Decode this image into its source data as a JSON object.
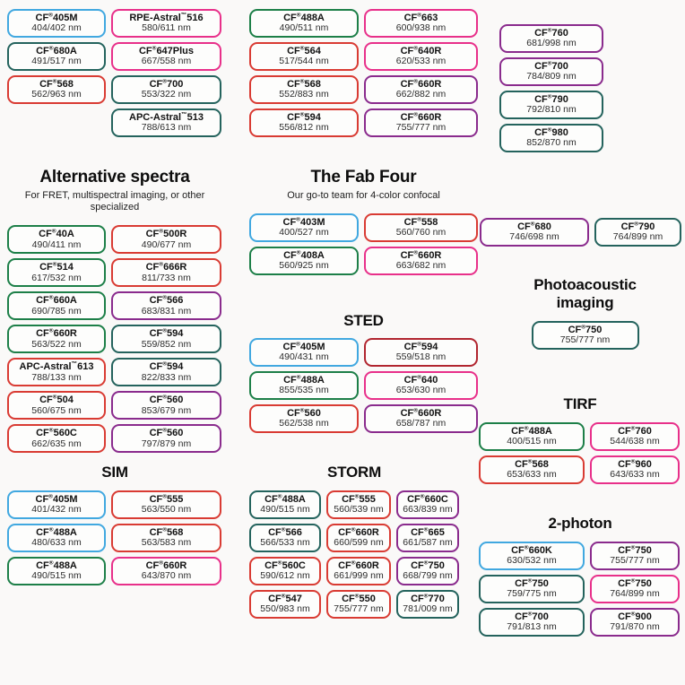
{
  "palette": {
    "blue": "#41a8e0",
    "green": "#1d7f48",
    "teal": "#24635d",
    "red": "#d93b33",
    "darkred": "#b1252f",
    "pink": "#e8308a",
    "purple": "#8a2b8d"
  },
  "groups": {
    "top_left": {
      "columns": [
        [
          {
            "name": "CF®405M",
            "nm": "404/402 nm",
            "color": "blue"
          },
          {
            "name": "CF®680A",
            "nm": "491/517 nm",
            "color": "teal"
          },
          {
            "name": "CF®568",
            "nm": "562/963 nm",
            "color": "red"
          }
        ],
        [
          {
            "name": "RPE-Astral™516",
            "nm": "580/611 nm",
            "color": "pink"
          },
          {
            "name": "CF®647Plus",
            "nm": "667/558 nm",
            "color": "pink"
          },
          {
            "name": "CF®700",
            "nm": "553/322 nm",
            "color": "teal"
          },
          {
            "name": "APC-Astral™513",
            "nm": "788/613 nm",
            "color": "teal"
          }
        ]
      ]
    },
    "top_mid": {
      "columns": [
        [
          {
            "name": "CF®488A",
            "nm": "490/511 nm",
            "color": "green"
          },
          {
            "name": "CF®564",
            "nm": "517/544 nm",
            "color": "red"
          },
          {
            "name": "CF®568",
            "nm": "552/883 nm",
            "color": "red"
          },
          {
            "name": "CF®594",
            "nm": "556/812 nm",
            "color": "red"
          }
        ],
        [
          {
            "name": "CF®663",
            "nm": "600/938 nm",
            "color": "pink"
          },
          {
            "name": "CF®640R",
            "nm": "620/533 nm",
            "color": "pink"
          },
          {
            "name": "CF®660R",
            "nm": "662/882 nm",
            "color": "purple"
          },
          {
            "name": "CF®660R",
            "nm": "755/777 nm",
            "color": "purple"
          }
        ]
      ]
    },
    "top_right": {
      "columns": [
        [
          {
            "name": "CF®760",
            "nm": "681/998 nm",
            "color": "purple"
          },
          {
            "name": "CF®700",
            "nm": "784/809 nm",
            "color": "purple"
          },
          {
            "name": "CF®790",
            "nm": "792/810 nm",
            "color": "teal"
          },
          {
            "name": "CF®980",
            "nm": "852/870 nm",
            "color": "teal"
          }
        ]
      ]
    },
    "alternative": {
      "title": "Alternative spectra",
      "subtitle": "For FRET, multispectral imaging, or other specialized",
      "columns": [
        [
          {
            "name": "CF®40A",
            "nm": "490/411 nm",
            "color": "green"
          },
          {
            "name": "CF®514",
            "nm": "617/532 nm",
            "color": "green"
          },
          {
            "name": "CF®660A",
            "nm": "690/785 nm",
            "color": "green"
          },
          {
            "name": "CF®660R",
            "nm": "563/522 nm",
            "color": "green"
          },
          {
            "name": "APC-Astral™613",
            "nm": "788/133 nm",
            "color": "red"
          },
          {
            "name": "CF®504",
            "nm": "560/675 nm",
            "color": "red"
          },
          {
            "name": "CF®560C",
            "nm": "662/635 nm",
            "color": "red"
          }
        ],
        [
          {
            "name": "CF®500R",
            "nm": "490/677 nm",
            "color": "red"
          },
          {
            "name": "CF®666R",
            "nm": "811/733 nm",
            "color": "red"
          },
          {
            "name": "CF®566",
            "nm": "683/831 nm",
            "color": "purple"
          },
          {
            "name": "CF®594",
            "nm": "559/852 nm",
            "color": "teal"
          },
          {
            "name": "CF®594",
            "nm": "822/833 nm",
            "color": "teal"
          },
          {
            "name": "CF®560",
            "nm": "853/679 nm",
            "color": "purple"
          },
          {
            "name": "CF®560",
            "nm": "797/879 nm",
            "color": "purple"
          }
        ]
      ]
    },
    "fab_four": {
      "title": "The Fab Four",
      "subtitle": "Our go-to team for 4-color confocal",
      "columns": [
        [
          {
            "name": "CF®403M",
            "nm": "400/527 nm",
            "color": "blue"
          },
          {
            "name": "CF®408A",
            "nm": "560/925 nm",
            "color": "green"
          }
        ],
        [
          {
            "name": "CF®558",
            "nm": "560/760 nm",
            "color": "red"
          },
          {
            "name": "CF®660R",
            "nm": "663/682 nm",
            "color": "pink"
          }
        ]
      ]
    },
    "sted": {
      "title": "STED",
      "columns": [
        [
          {
            "name": "CF®405M",
            "nm": "490/431 nm",
            "color": "blue"
          },
          {
            "name": "CF®488A",
            "nm": "855/535 nm",
            "color": "green"
          },
          {
            "name": "CF®560",
            "nm": "562/538 nm",
            "color": "red"
          }
        ],
        [
          {
            "name": "CF®594",
            "nm": "559/518 nm",
            "color": "darkred"
          },
          {
            "name": "CF®640",
            "nm": "653/630 nm",
            "color": "pink"
          },
          {
            "name": "CF®660R",
            "nm": "658/787 nm",
            "color": "purple"
          }
        ]
      ]
    },
    "sim": {
      "title": "SIM",
      "columns": [
        [
          {
            "name": "CF®405M",
            "nm": "401/432 nm",
            "color": "blue"
          },
          {
            "name": "CF®488A",
            "nm": "480/633 nm",
            "color": "blue"
          },
          {
            "name": "CF®488A",
            "nm": "490/515 nm",
            "color": "green"
          }
        ],
        [
          {
            "name": "CF®555",
            "nm": "563/550 nm",
            "color": "red"
          },
          {
            "name": "CF®568",
            "nm": "563/583 nm",
            "color": "red"
          },
          {
            "name": "CF®660R",
            "nm": "643/870 nm",
            "color": "pink"
          }
        ]
      ]
    },
    "storm": {
      "title": "STORM",
      "columns": [
        [
          {
            "name": "CF®488A",
            "nm": "490/515 nm",
            "color": "teal"
          },
          {
            "name": "CF®566",
            "nm": "566/533 nm",
            "color": "teal"
          },
          {
            "name": "CF®560C",
            "nm": "590/612 nm",
            "color": "red"
          },
          {
            "name": "CF®547",
            "nm": "550/983 nm",
            "color": "red"
          }
        ],
        [
          {
            "name": "CF®555",
            "nm": "560/539 nm",
            "color": "red"
          },
          {
            "name": "CF®660R",
            "nm": "660/599 nm",
            "color": "red"
          },
          {
            "name": "CF®660R",
            "nm": "661/999 nm",
            "color": "red"
          },
          {
            "name": "CF®550",
            "nm": "755/777 nm",
            "color": "red"
          }
        ],
        [
          {
            "name": "CF®660C",
            "nm": "663/839 nm",
            "color": "purple"
          },
          {
            "name": "CF®665",
            "nm": "661/587 nm",
            "color": "purple"
          },
          {
            "name": "CF®750",
            "nm": "668/799 nm",
            "color": "purple"
          },
          {
            "name": "CF®770",
            "nm": "781/009 nm",
            "color": "teal"
          }
        ]
      ]
    },
    "nir_pair": {
      "columns": [
        [
          {
            "name": "CF®680",
            "nm": "746/698 nm",
            "color": "purple"
          }
        ],
        [
          {
            "name": "CF®790",
            "nm": "764/899 nm",
            "color": "teal"
          }
        ]
      ]
    },
    "photoacoustic": {
      "title": "Photoacoustic imaging",
      "columns": [
        [
          {
            "name": "CF®750",
            "nm": "755/777 nm",
            "color": "teal"
          }
        ]
      ]
    },
    "tirf": {
      "title": "TIRF",
      "columns": [
        [
          {
            "name": "CF®488A",
            "nm": "400/515 nm",
            "color": "green"
          },
          {
            "name": "CF®568",
            "nm": "653/633 nm",
            "color": "red"
          }
        ],
        [
          {
            "name": "CF®760",
            "nm": "544/638 nm",
            "color": "pink"
          },
          {
            "name": "CF®960",
            "nm": "643/633 nm",
            "color": "pink"
          }
        ]
      ]
    },
    "two_photon": {
      "title": "2-photon",
      "columns": [
        [
          {
            "name": "CF®660K",
            "nm": "630/532 nm",
            "color": "blue"
          },
          {
            "name": "CF®750",
            "nm": "759/775 nm",
            "color": "teal"
          },
          {
            "name": "CF®700",
            "nm": "791/813 nm",
            "color": "teal"
          }
        ],
        [
          {
            "name": "CF®750",
            "nm": "755/777 nm",
            "color": "purple"
          },
          {
            "name": "CF®750",
            "nm": "764/899 nm",
            "color": "pink"
          },
          {
            "name": "CF®900",
            "nm": "791/870 nm",
            "color": "purple"
          }
        ]
      ]
    }
  }
}
